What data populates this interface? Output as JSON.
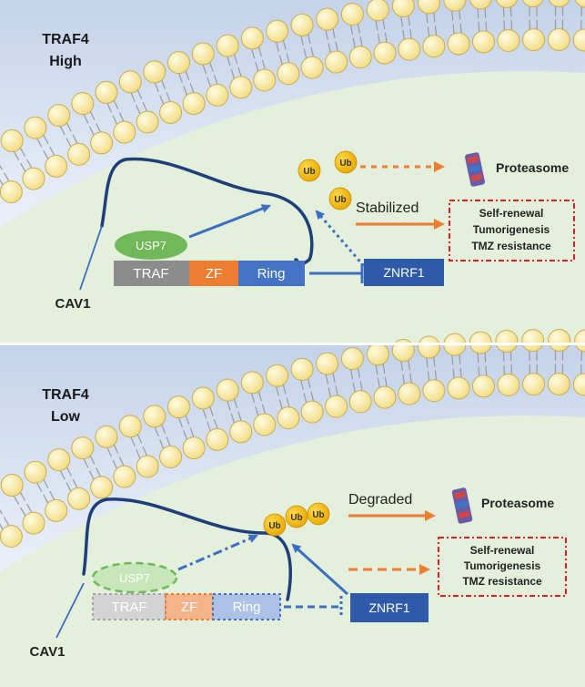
{
  "panels": [
    {
      "id": "high",
      "condition_line1": "TRAF4",
      "condition_line2": "High",
      "cav1_label": "CAV1",
      "usp7_label": "USP7",
      "domains": [
        "TRAF",
        "ZF",
        "Ring"
      ],
      "znrf1_label": "ZNRF1",
      "ub_labels": [
        "Ub",
        "Ub",
        "Ub"
      ],
      "outcome_label": "Stabilized",
      "proteasome_label": "Proteasome",
      "effects": [
        "Self-renewal",
        "Tumorigenesis",
        "TMZ resistance"
      ]
    },
    {
      "id": "low",
      "condition_line1": "TRAF4",
      "condition_line2": "Low",
      "cav1_label": "CAV1",
      "usp7_label": "USP7",
      "domains": [
        "TRAF",
        "ZF",
        "Ring"
      ],
      "znrf1_label": "ZNRF1",
      "ub_labels": [
        "Ub",
        "Ub",
        "Ub"
      ],
      "outcome_label": "Degraded",
      "proteasome_label": "Proteasome",
      "effects": [
        "Self-renewal",
        "Tumorigenesis",
        "TMZ resistance"
      ]
    }
  ],
  "colors": {
    "lipid_head": "#f8e8a0",
    "lipid_outline": "#c9ae55",
    "cytoplasm": "#e4f0dc",
    "extracellular": "#d6e2f2",
    "cav1_line": "#1f3f7a",
    "arrow_blue": "#3c6fc4",
    "arrow_orange": "#ed7d31",
    "ub": "#f2b705",
    "usp7": "#70b85a",
    "traf": "#8c8c8c",
    "zf": "#ed7d31",
    "ring": "#4472c4",
    "znrf1": "#2f5aa8",
    "effect_box": "#e0201e"
  }
}
